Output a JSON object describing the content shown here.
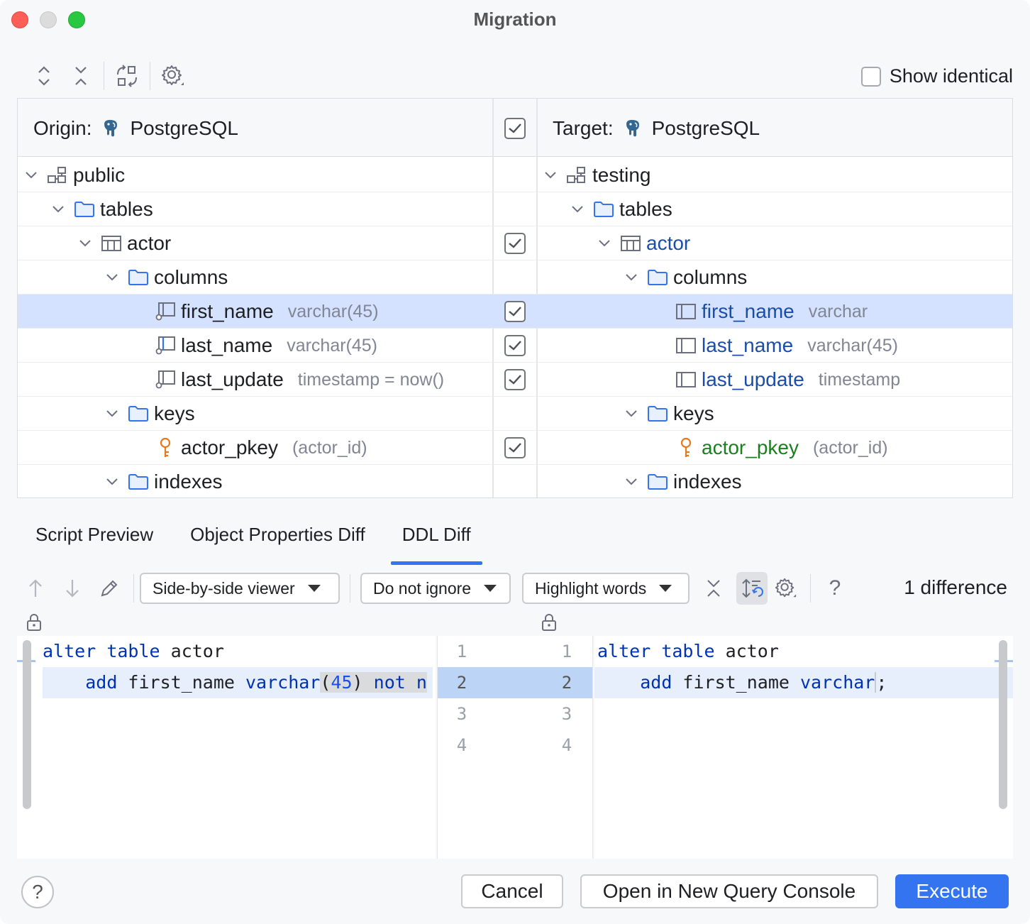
{
  "window": {
    "title": "Migration"
  },
  "toolbar": {
    "show_identical_label": "Show identical",
    "icons": [
      "expand-all-icon",
      "collapse-all-icon",
      "swap-icon",
      "settings-icon"
    ]
  },
  "tree": {
    "origin_label": "Origin:",
    "origin_db": "PostgreSQL",
    "target_label": "Target:",
    "target_db": "PostgreSQL",
    "rows": [
      {
        "left_name": "public",
        "left_meta": "",
        "right_name": "testing",
        "right_meta": "",
        "checked": null
      },
      {
        "left_name": "tables",
        "left_meta": "",
        "right_name": "tables",
        "right_meta": "",
        "checked": null
      },
      {
        "left_name": "actor",
        "left_meta": "",
        "right_name": "actor",
        "right_meta": "",
        "checked": true
      },
      {
        "left_name": "columns",
        "left_meta": "",
        "right_name": "columns",
        "right_meta": "",
        "checked": null
      },
      {
        "left_name": "first_name",
        "left_meta": "varchar(45)",
        "right_name": "first_name",
        "right_meta": "varchar",
        "checked": true,
        "selected": true
      },
      {
        "left_name": "last_name",
        "left_meta": "varchar(45)",
        "right_name": "last_name",
        "right_meta": "varchar(45)",
        "checked": true
      },
      {
        "left_name": "last_update",
        "left_meta": "timestamp = now()",
        "right_name": "last_update",
        "right_meta": "timestamp",
        "checked": true
      },
      {
        "left_name": "keys",
        "left_meta": "",
        "right_name": "keys",
        "right_meta": "",
        "checked": null
      },
      {
        "left_name": "actor_pkey",
        "left_meta": "(actor_id)",
        "right_name": "actor_pkey",
        "right_meta": "(actor_id)",
        "checked": true
      },
      {
        "left_name": "indexes",
        "left_meta": "",
        "right_name": "indexes",
        "right_meta": "",
        "checked": null
      }
    ]
  },
  "tabs": [
    {
      "label": "Script Preview",
      "active": false
    },
    {
      "label": "Object Properties Diff",
      "active": false
    },
    {
      "label": "DDL Diff",
      "active": true
    }
  ],
  "diff_toolbar": {
    "viewer_select": "Side-by-side viewer",
    "ignore_select": "Do not ignore",
    "highlight_select": "Highlight words",
    "difference_count": "1 difference",
    "help": "?"
  },
  "diff": {
    "left_lines": [
      "alter table actor",
      "    add first_name varchar(45) not n"
    ],
    "right_lines": [
      "alter table actor",
      "    add first_name varchar;"
    ],
    "left_numbers": [
      "1",
      "2",
      "3",
      "4"
    ],
    "right_numbers": [
      "1",
      "2",
      "3",
      "4"
    ]
  },
  "footer": {
    "help": "?",
    "cancel": "Cancel",
    "open_console": "Open in New Query Console",
    "execute": "Execute"
  },
  "colors": {
    "accent": "#3574f0",
    "selection": "#d4e2ff",
    "target_changed": "#1a4ea6",
    "target_added": "#1b7f20",
    "key_icon": "#e8781f"
  }
}
